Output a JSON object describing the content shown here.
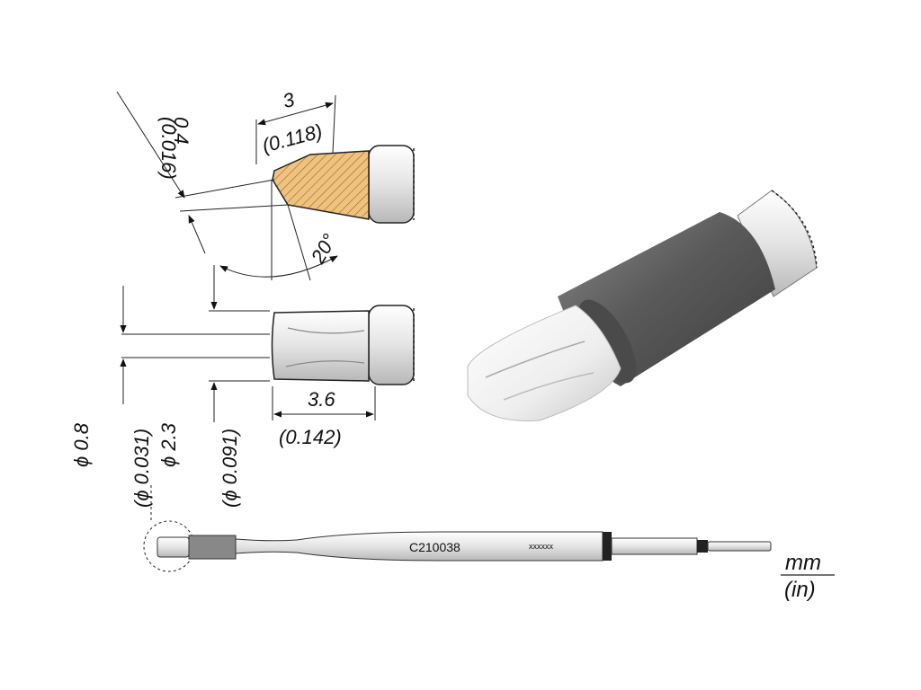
{
  "part_code": "C210038",
  "serial_placeholder": "xxxxxx",
  "units": {
    "primary": "mm",
    "secondary": "(in)"
  },
  "dimensions": {
    "tip_length": {
      "mm": "3",
      "in": "(0.118)"
    },
    "tip_thickness": {
      "mm": "0.4",
      "in": "(0.016)"
    },
    "tip_angle": "20°",
    "sleeve_length": {
      "mm": "3.6",
      "in": "(0.142)"
    },
    "inner_diameter": {
      "mm": "ϕ 0.8",
      "in": "(ϕ 0.031)"
    },
    "outer_diameter": {
      "mm": "ϕ 2.3",
      "in": "(ϕ 0.091)"
    }
  },
  "colors": {
    "tip_hatch": "#f1c27d",
    "body_dark": "#5a5a5a",
    "chrome_light": "#f2f2f2"
  }
}
